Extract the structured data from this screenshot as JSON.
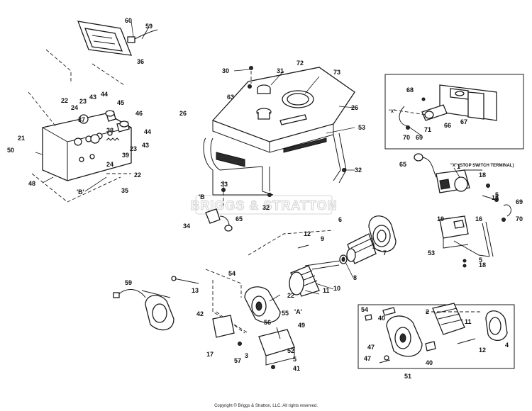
{
  "diagram": {
    "callouts": [
      "1",
      "2",
      "3",
      "4",
      "5",
      "5",
      "5",
      "6",
      "7",
      "8",
      "9",
      "10",
      "11",
      "11",
      "12",
      "12",
      "13",
      "15",
      "16",
      "17",
      "18",
      "18",
      "19",
      "21",
      "22",
      "22",
      "22",
      "23",
      "23",
      "24",
      "24",
      "26",
      "26",
      "30",
      "31",
      "32",
      "32",
      "33",
      "34",
      "35",
      "36",
      "37",
      "38",
      "39",
      "40",
      "40",
      "41",
      "42",
      "43",
      "43",
      "44",
      "44",
      "45",
      "46",
      "47",
      "47",
      "48",
      "49",
      "50",
      "51",
      "52",
      "53",
      "53",
      "54",
      "54",
      "55",
      "56",
      "57",
      "59",
      "59",
      "60",
      "63",
      "65",
      "65",
      "66",
      "67",
      "68",
      "69",
      "69",
      "70",
      "70",
      "71",
      "72",
      "73"
    ],
    "labels": {
      "stop_switch": "\"X\" (STOP SWITCH TERMINAL)",
      "x_left": "\"X\"",
      "b_left": "'B'",
      "b_right": "'B",
      "a_label": "'A'"
    }
  },
  "watermark": "BRIGGS & STRATTON",
  "copyright": "Copyright © Briggs & Stratton, LLC. All rights reserved."
}
